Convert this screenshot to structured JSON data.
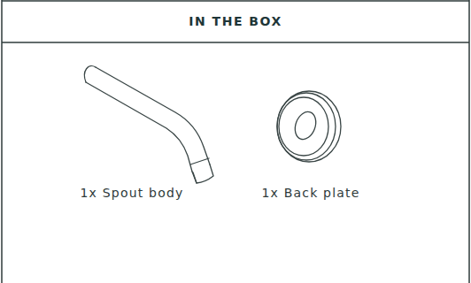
{
  "diagram": {
    "title": "IN THE BOX",
    "labels": [
      "1x Spout body",
      "1x Back plate"
    ]
  }
}
